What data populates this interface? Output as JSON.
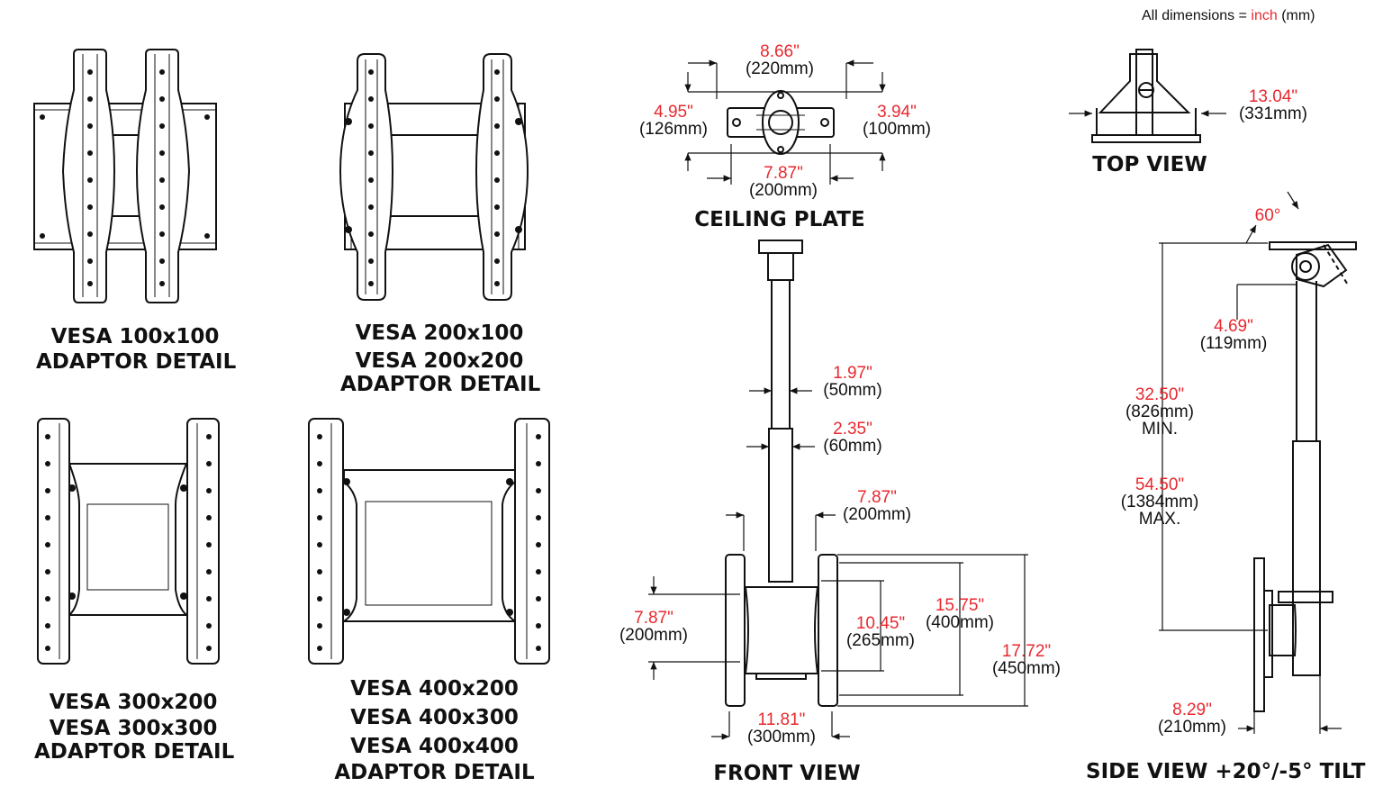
{
  "units_note": {
    "prefix": "All dimensions = ",
    "primary": "inch",
    "secondary": " (mm)"
  },
  "labels": {
    "vesa_100": [
      "VESA 100x100",
      "ADAPTOR DETAIL"
    ],
    "vesa_200": [
      "VESA 200x100",
      "VESA 200x200",
      "ADAPTOR DETAIL"
    ],
    "vesa_300": [
      "VESA 300x200",
      "VESA 300x300",
      "ADAPTOR DETAIL"
    ],
    "vesa_400": [
      "VESA 400x200",
      "VESA 400x300",
      "VESA 400x400",
      "ADAPTOR DETAIL"
    ],
    "ceiling_plate": "CEILING PLATE",
    "front_view": "FRONT VIEW",
    "top_view": "TOP VIEW",
    "side_view": "SIDE VIEW +20°/-5° TILT"
  },
  "dimensions": {
    "plate_width": {
      "in": "8.66\"",
      "mm": "(220mm)"
    },
    "plate_left": {
      "in": "4.95\"",
      "mm": "(126mm)"
    },
    "plate_right": {
      "in": "3.94\"",
      "mm": "(100mm)"
    },
    "plate_bottom": {
      "in": "7.87\"",
      "mm": "(200mm)"
    },
    "pole_upper": {
      "in": "1.97\"",
      "mm": "(50mm)"
    },
    "pole_lower": {
      "in": "2.35\"",
      "mm": "(60mm)"
    },
    "arm_width": {
      "in": "7.87\"",
      "mm": "(200mm)"
    },
    "vesa_left": {
      "in": "7.87\"",
      "mm": "(200mm)"
    },
    "vesa_h1": {
      "in": "10.45\"",
      "mm": "(265mm)"
    },
    "vesa_h2": {
      "in": "15.75\"",
      "mm": "(400mm)"
    },
    "vesa_h3": {
      "in": "17.72\"",
      "mm": "(450mm)"
    },
    "front_width": {
      "in": "11.81\"",
      "mm": "(300mm)"
    },
    "top_width": {
      "in": "13.04\"",
      "mm": "(331mm)"
    },
    "tilt_angle": {
      "in": "60°"
    },
    "side_offset": {
      "in": "4.69\"",
      "mm": "(119mm)"
    },
    "height_min": {
      "in": "32.50\"",
      "mm": "(826mm)",
      "note": "MIN."
    },
    "height_max": {
      "in": "54.50\"",
      "mm": "(1384mm)",
      "note": "MAX."
    },
    "side_depth": {
      "in": "8.29\"",
      "mm": "(210mm)"
    }
  }
}
